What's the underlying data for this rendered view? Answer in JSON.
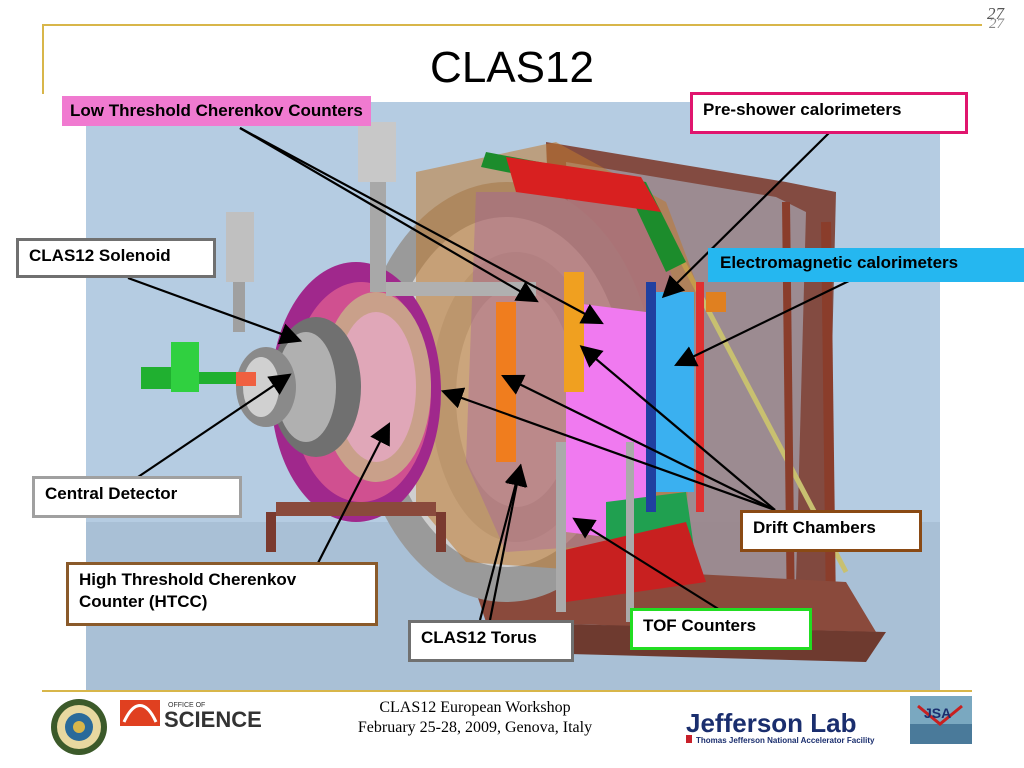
{
  "page_number": "27",
  "title": "CLAS12",
  "labels": {
    "ltcc": "Low Threshold Cherenkov Counters",
    "preshower": "Pre-shower calorimeters",
    "solenoid": "CLAS12 Solenoid",
    "ec": "Electromagnetic calorimeters",
    "central": "Central Detector",
    "drift": "Drift Chambers",
    "htcc_line1": "High Threshold Cherenkov",
    "htcc_line2": "Counter (HTCC)",
    "tof": "TOF Counters",
    "torus": "CLAS12 Torus"
  },
  "footer": {
    "line1": "CLAS12 European Workshop",
    "line2": "February 25-28, 2009, Genova, Italy"
  },
  "logos": {
    "office_of": "OFFICE OF",
    "science": "SCIENCE",
    "jefferson": "Jefferson Lab",
    "jefferson_sub": "Thomas Jefferson National Accelerator Facility",
    "jsa": "JSA"
  },
  "colors": {
    "accent_line": "#d8b64a",
    "ltcc_box": "#f07ad0",
    "preshower_border": "#e0156e",
    "solenoid_border": "#707070",
    "ec_box": "#25b7f0",
    "central_border": "#a0a0a0",
    "drift_border": "#8a4a14",
    "htcc_border": "#8a5a2a",
    "tof_border": "#22dd22",
    "torus_border": "#707070"
  }
}
